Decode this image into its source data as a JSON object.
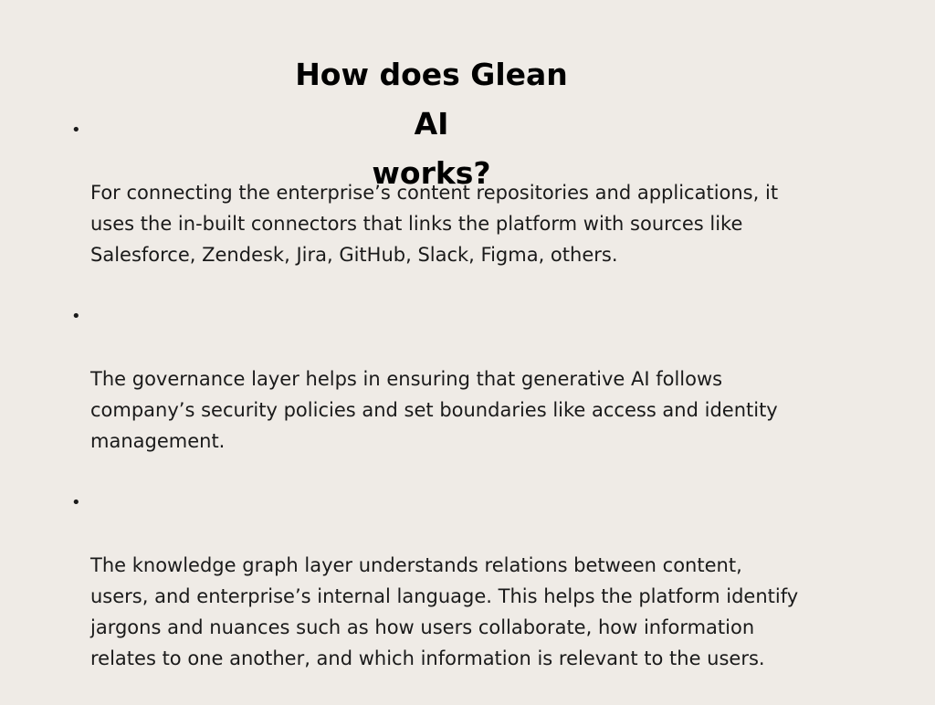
{
  "slide": {
    "title": "How does Glean AI\nworks?",
    "bullets": [
      "For connecting the enterprise’s content repositories and applications, it\nuses the in-built connectors that links the platform with sources like\nSalesforce, Zendesk, Jira, GitHub, Slack, Figma, others.",
      "The governance layer helps in ensuring that generative AI follows\ncompany’s security policies and set boundaries like access and identity\nmanagement.",
      "The knowledge graph layer understands relations between content,\nusers, and enterprise’s internal language. This helps the platform identify\njargons and nuances such as how users collaborate, how information\nrelates to one another, and which information is relevant to the users."
    ],
    "bullet_glyph": "•"
  }
}
